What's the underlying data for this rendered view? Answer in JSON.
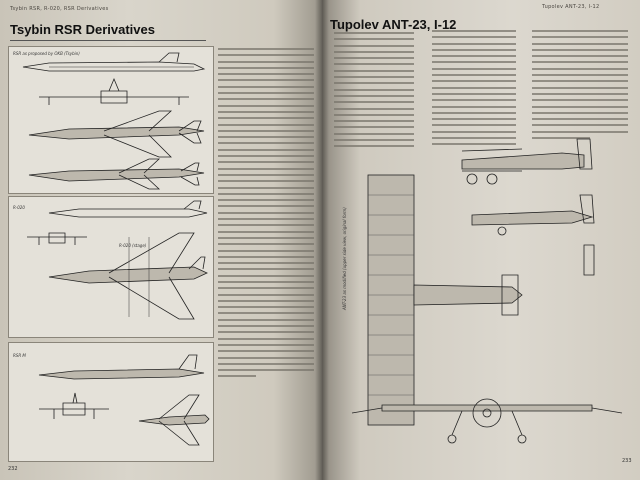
{
  "left_page": {
    "running_head": "Tsybin RSR, R-020, RSR Derivatives",
    "title": "Tsybin RSR Derivatives",
    "page_number": "232",
    "figure_labels": {
      "top": "RSR as proposed by OKB (Tsybin)",
      "middle": "R-020",
      "middle_variant": "R-020 (stage)",
      "bottom": "RSR M"
    }
  },
  "right_page": {
    "running_head": "Tupolev ANT-23, I-12",
    "title": "Tupolev ANT-23, I-12",
    "page_number": "233",
    "figure_caption": "ANT-23 as modified (upper side view, original form)"
  }
}
